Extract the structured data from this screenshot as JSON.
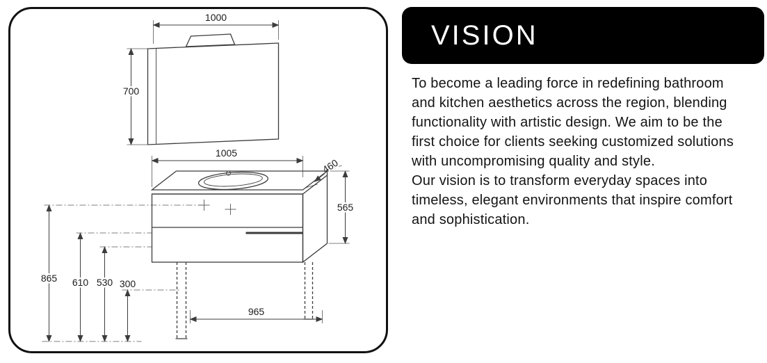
{
  "diagram_panel": {
    "dimensions": {
      "mirror_width": "1000",
      "mirror_height": "700",
      "counter_width": "1005",
      "counter_depth": "460",
      "unit_height": "565",
      "total_height": "865",
      "mid_height_a": "610",
      "mid_height_b": "530",
      "base_clearance": "300",
      "base_width": "965"
    }
  },
  "vision_panel": {
    "title": "VISION",
    "paragraphs": {
      "p1": "To become a leading force in redefining bathroom and kitchen aesthetics across the region, blending functionality with artistic design. We aim to be the first choice for clients seeking customized solutions with uncompromising quality and style.",
      "p2": "Our vision is to transform everyday spaces into timeless, elegant environments that inspire comfort and sophistication."
    }
  },
  "colors": {
    "background": "#ffffff",
    "header_bg": "#000000",
    "header_text": "#ffffff",
    "panel_border": "#111111",
    "drawing_line": "#3c3c3c",
    "body_text": "#141414"
  }
}
